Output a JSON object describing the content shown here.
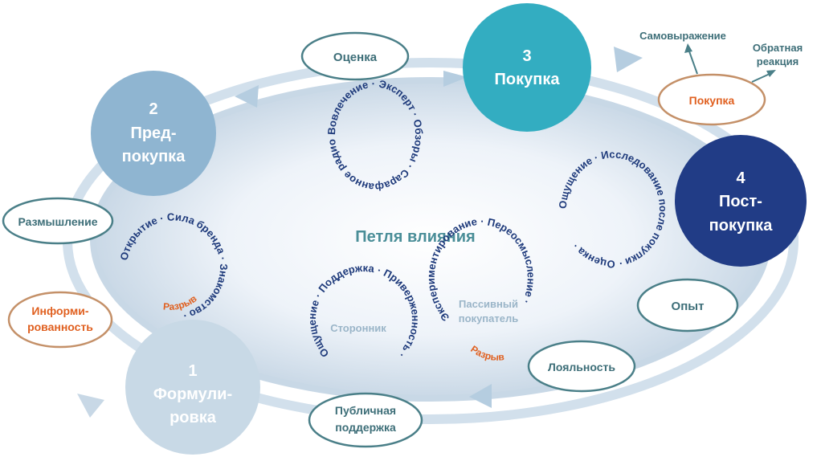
{
  "center_title": "Петля влияния",
  "stages": [
    {
      "number": "1",
      "line1": "Формули-",
      "line2": "ровка"
    },
    {
      "number": "2",
      "line1": "Пред-",
      "line2": "покупка"
    },
    {
      "number": "3",
      "line1": "Покупка"
    },
    {
      "number": "4",
      "line1": "Пост-",
      "line2": "покупка"
    }
  ],
  "pills": {
    "otsenka": "Оценка",
    "razmyshlenie": "Размышление",
    "informirovannost_1": "Информи-",
    "informirovannost_2": "рованность",
    "pokupka": "Покупка",
    "opyt": "Опыт",
    "loyalnost": "Лояльность",
    "publichnaya_1": "Публичная",
    "publichnaya_2": "поддержка"
  },
  "outside_labels": {
    "samovyrazhenie": "Самовыражение",
    "obratnaya_1": "Обратная",
    "obratnaya_2": "реакция"
  },
  "rings": {
    "top": "Вовлечение · Эксперт · Обзоры · Сарафанное радио ·",
    "left_main": "Открытие · Сила бренда · Знакомство ·",
    "left_gap": "Разрыв",
    "bottom_main": "Ощущение · Поддержка · Приверженность ·",
    "bottom_inner": "Сторонник",
    "mid_main": "Экспериментирование · Переосмысление ·",
    "mid_gap": "Разрыв",
    "mid_inner_1": "Пассивный",
    "mid_inner_2": "покупатель",
    "right_main": "Ощущение · Исследование после покупки · Оценка ·"
  },
  "colors": {
    "stage1": "#c8d9e6",
    "stage2": "#8fb5d1",
    "stage3": "#33adc1",
    "stage4": "#213c86",
    "pill_border_teal": "#4a7f88",
    "pill_border_orange": "#c49068",
    "accent_orange": "#e06020",
    "ring_text": "#1e3a7b",
    "center_text": "#4a8e98"
  }
}
